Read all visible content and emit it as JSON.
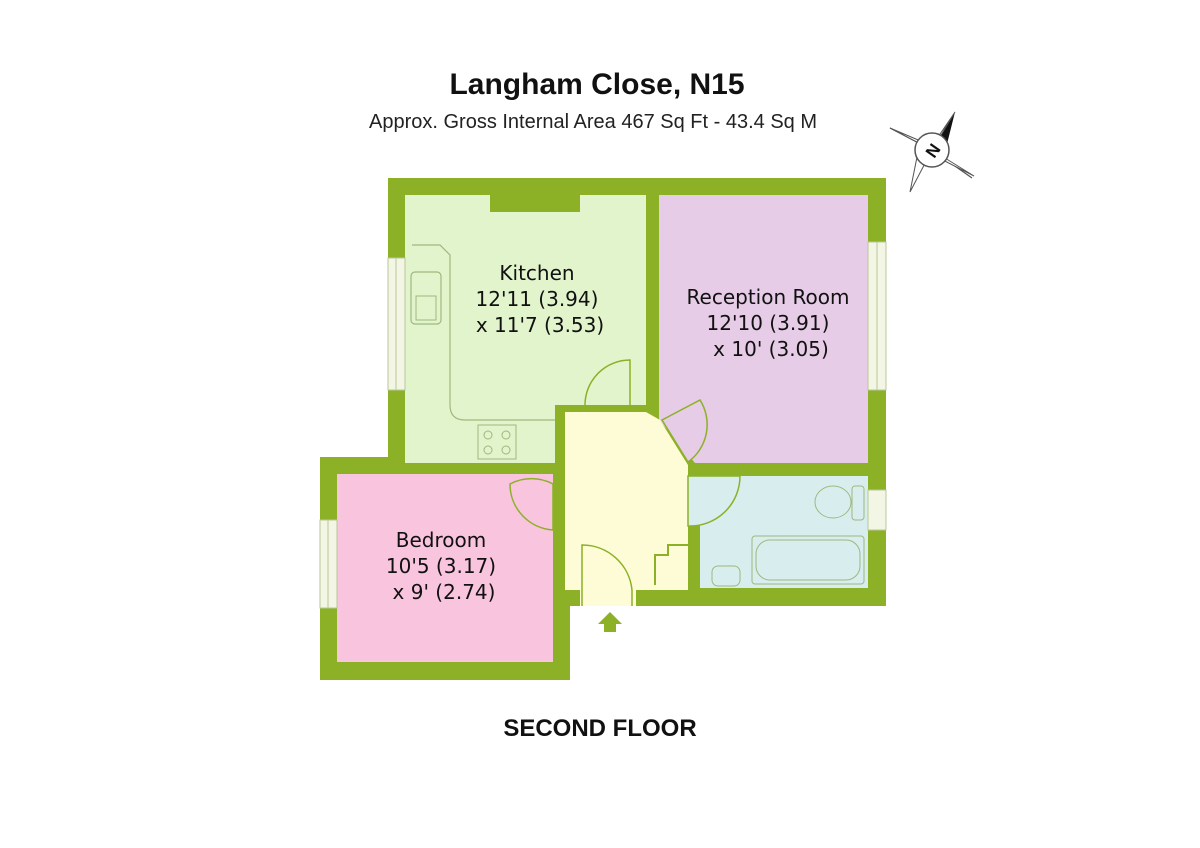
{
  "header": {
    "title": "Langham Close, N15",
    "subtitle": "Approx. Gross Internal Area 467 Sq Ft - 43.4 Sq M"
  },
  "compass": {
    "label": "N"
  },
  "rooms": {
    "kitchen": {
      "name": "Kitchen",
      "dim1": "12'11 (3.94)",
      "dim2": "x 11'7 (3.53)"
    },
    "reception": {
      "name": "Reception Room",
      "dim1": "12'10 (3.91)",
      "dim2": "x 10' (3.05)"
    },
    "bedroom": {
      "name": "Bedroom",
      "dim1": "10'5 (3.17)",
      "dim2": "x 9' (2.74)"
    }
  },
  "floor_label": "SECOND FLOOR",
  "colors": {
    "wall": "#8cb026",
    "kitchen": "#e2f4cc",
    "reception": "#e6cce6",
    "bedroom": "#f8c4de",
    "hallway": "#fdfcd6",
    "bathroom": "#d8eeee",
    "window": "#f3f6e4"
  }
}
